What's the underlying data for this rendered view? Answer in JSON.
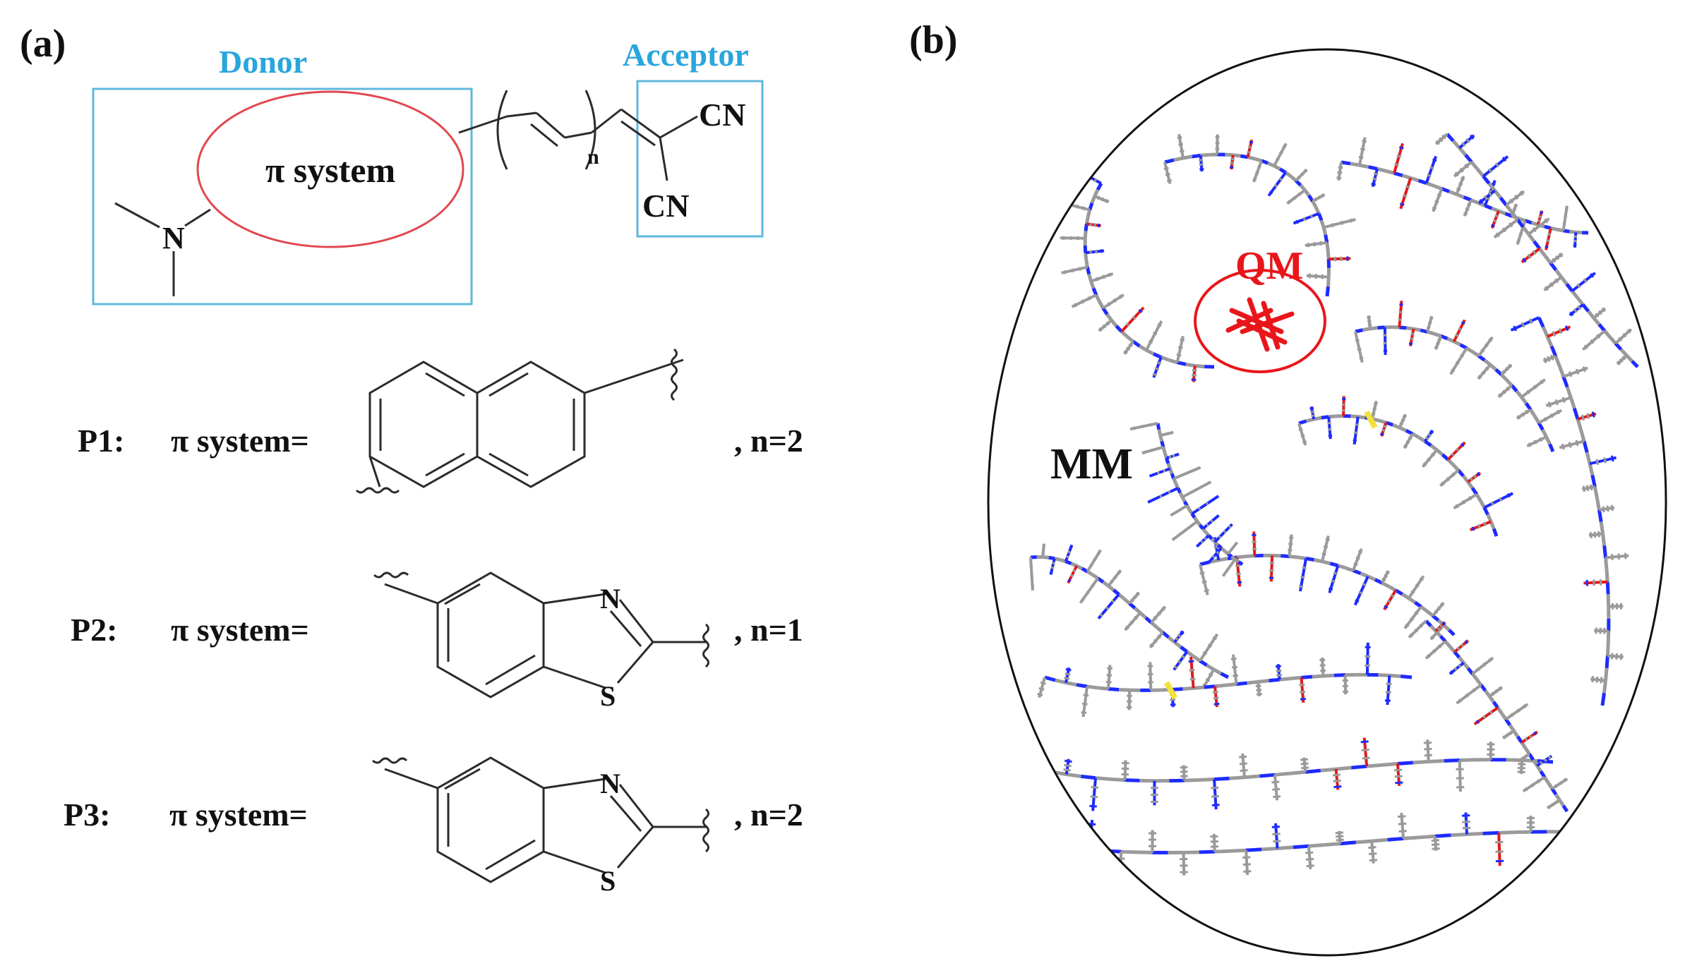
{
  "panel_a": {
    "label": "(a)",
    "donor_label": "Donor",
    "acceptor_label": "Acceptor",
    "pi_system_label": "π system",
    "n_subscript": "n",
    "cn_top": "CN",
    "cn_bottom": "CN",
    "nitrogen": "N",
    "rows": [
      {
        "id": "P1:",
        "eq": "π system=",
        "n": ", n=2"
      },
      {
        "id": "P2:",
        "eq": "π system=",
        "n": ", n=1",
        "atom_n": "N",
        "atom_s": "S"
      },
      {
        "id": "P3:",
        "eq": "π system=",
        "n": ", n=2",
        "atom_n": "N",
        "atom_s": "S"
      }
    ]
  },
  "panel_b": {
    "label": "(b)",
    "qm_label": "QM",
    "mm_label": "MM"
  },
  "colors": {
    "donor_acceptor_box": "#5fb8dc",
    "label_blue": "#29a6dc",
    "pi_ellipse": "#e0484f",
    "qm_red": "#e8161b",
    "bond": "#2b2b2b",
    "carbon_gray": "#9a9a9a",
    "nitrogen_blue": "#1e2bff",
    "oxygen_red": "#e01b1b",
    "sulfur_yellow": "#f2e13a"
  }
}
